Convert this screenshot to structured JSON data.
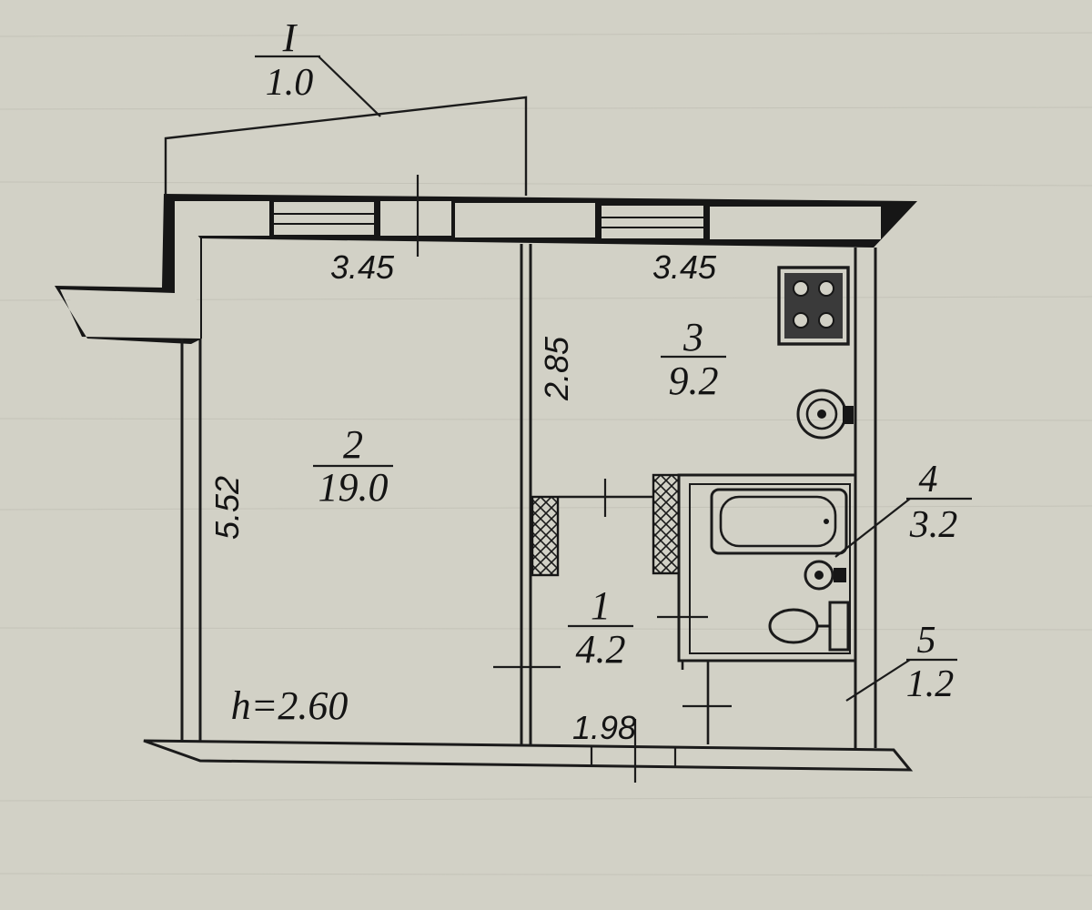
{
  "plan": {
    "ceiling_height": "h=2.60",
    "dimensions": {
      "room2_width": "3.45",
      "room3_width": "3.45",
      "room2_depth": "5.52",
      "room3_depth": "2.85",
      "hall_width": "1.98"
    },
    "rooms": [
      {
        "number": "1",
        "area": "4.2"
      },
      {
        "number": "2",
        "area": "19.0"
      },
      {
        "number": "3",
        "area": "9.2"
      },
      {
        "number": "4",
        "area": "3.2"
      },
      {
        "number": "5",
        "area": "1.2"
      }
    ],
    "balcony": {
      "number": "I",
      "area": "1.0"
    },
    "colors": {
      "paper": "#d2d1c6",
      "ink": "#161616"
    }
  }
}
